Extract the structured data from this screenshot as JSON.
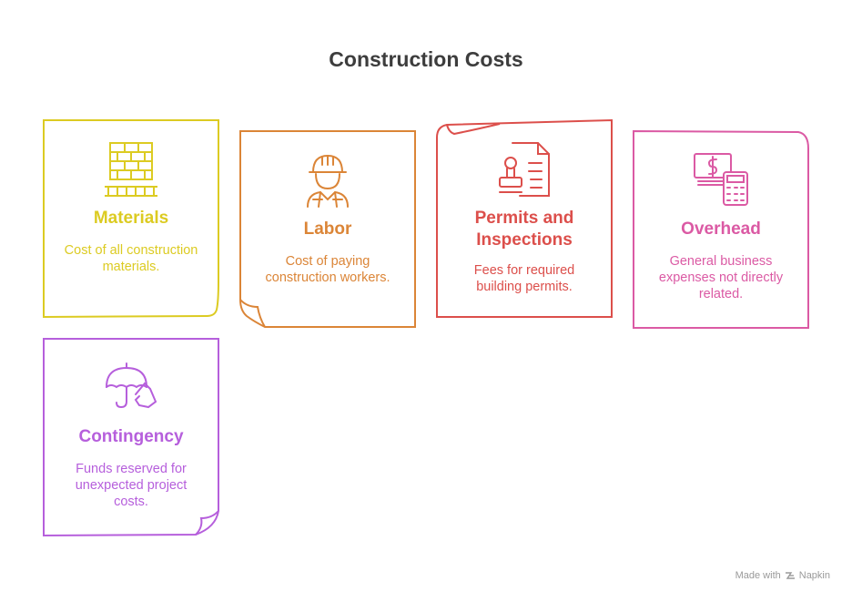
{
  "title": "Construction Costs",
  "cards": [
    {
      "title": "Materials",
      "desc": "Cost of all construction materials.",
      "color": "#dccb22",
      "icon": "brick-wall-icon"
    },
    {
      "title": "Labor",
      "desc": "Cost of paying construction workers.",
      "color": "#db8537",
      "icon": "construction-worker-icon"
    },
    {
      "title": "Permits and Inspections",
      "desc": "Fees for required building permits.",
      "color": "#dc4f4b",
      "icon": "permit-stamp-document-icon"
    },
    {
      "title": "Overhead",
      "desc": "General business expenses not directly related.",
      "color": "#db5aa4",
      "icon": "money-calculator-icon"
    },
    {
      "title": "Contingency",
      "desc": "Funds reserved for unexpected project costs.",
      "color": "#b65fdc",
      "icon": "umbrella-hand-icon"
    }
  ],
  "footer": {
    "made_with": "Made with",
    "brand": "Napkin"
  }
}
